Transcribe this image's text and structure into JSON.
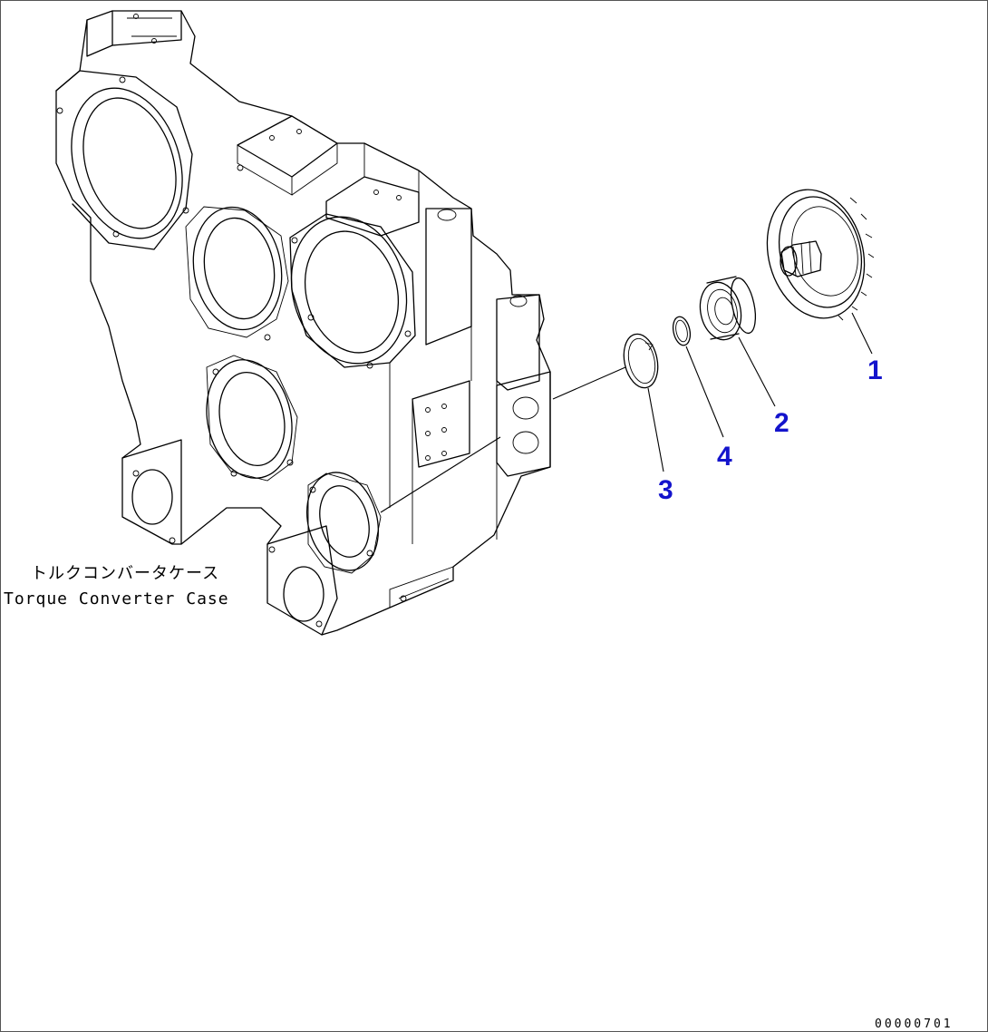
{
  "case_label": {
    "japanese": "トルクコンバータケース",
    "english": "Torque Converter Case"
  },
  "callouts": [
    {
      "id": "1",
      "label": "1"
    },
    {
      "id": "2",
      "label": "2"
    },
    {
      "id": "3",
      "label": "3"
    },
    {
      "id": "4",
      "label": "4"
    }
  ],
  "drawing_code": "00000701",
  "colors": {
    "callout": "#1414cc",
    "line": "#000000",
    "background": "#ffffff"
  }
}
